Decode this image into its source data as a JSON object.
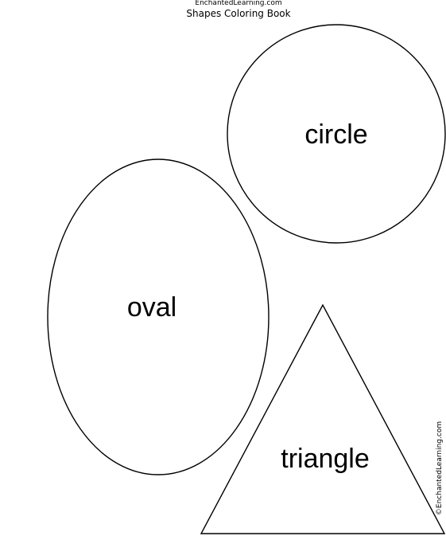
{
  "header": {
    "site_name": "EnchantedLearning.com",
    "title": "Shapes Coloring Book"
  },
  "shapes": {
    "circle": {
      "label": "circle"
    },
    "oval": {
      "label": "oval"
    },
    "triangle": {
      "label": "triangle"
    }
  },
  "footer": {
    "copyright": "©EnchantedLearning.com"
  },
  "colors": {
    "outline": "#000000",
    "background": "#ffffff"
  }
}
